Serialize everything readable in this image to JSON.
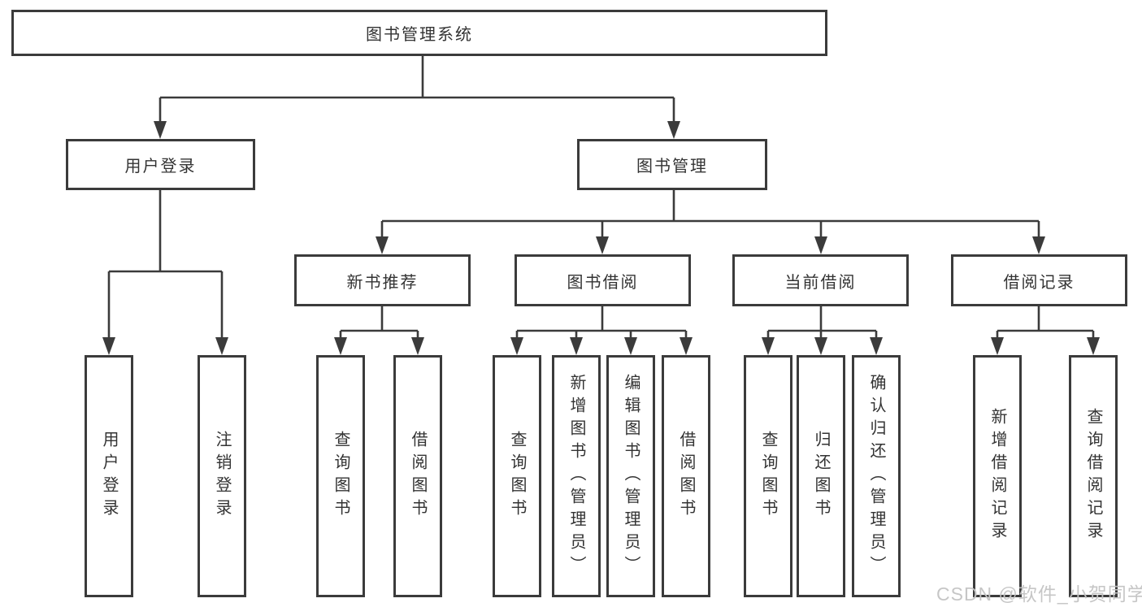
{
  "diagram": {
    "title_node": {
      "label": "图书管理系统"
    },
    "level2": [
      {
        "label": "用户登录"
      },
      {
        "label": "图书管理"
      }
    ],
    "level3": [
      {
        "label": "新书推荐",
        "parent": "图书管理"
      },
      {
        "label": "图书借阅",
        "parent": "图书管理"
      },
      {
        "label": "当前借阅",
        "parent": "图书管理"
      },
      {
        "label": "借阅记录",
        "parent": "图书管理"
      }
    ],
    "leaves": [
      {
        "label": "用户登录",
        "parent": "用户登录"
      },
      {
        "label": "注销登录",
        "parent": "用户登录"
      },
      {
        "label": "查询图书",
        "parent": "新书推荐"
      },
      {
        "label": "借阅图书",
        "parent": "新书推荐"
      },
      {
        "label": "查询图书",
        "parent": "图书借阅"
      },
      {
        "label": "新增图书（管理员）",
        "parent": "图书借阅"
      },
      {
        "label": "编辑图书（管理员）",
        "parent": "图书借阅"
      },
      {
        "label": "借阅图书",
        "parent": "图书借阅"
      },
      {
        "label": "查询图书",
        "parent": "当前借阅"
      },
      {
        "label": "归还图书",
        "parent": "当前借阅"
      },
      {
        "label": "确认归还（管理员）",
        "parent": "当前借阅"
      },
      {
        "label": "新增借阅记录",
        "parent": "借阅记录"
      },
      {
        "label": "查询借阅记录",
        "parent": "借阅记录"
      }
    ],
    "watermark": {
      "text": "CSDN @软件_小贺同学"
    },
    "colors": {
      "line": "#3b3b3b",
      "box_border": "#3b3b3b",
      "box_fill": "#ffffff",
      "text": "#333333",
      "background": "#ffffff",
      "watermark": "#c4c4c4"
    }
  }
}
